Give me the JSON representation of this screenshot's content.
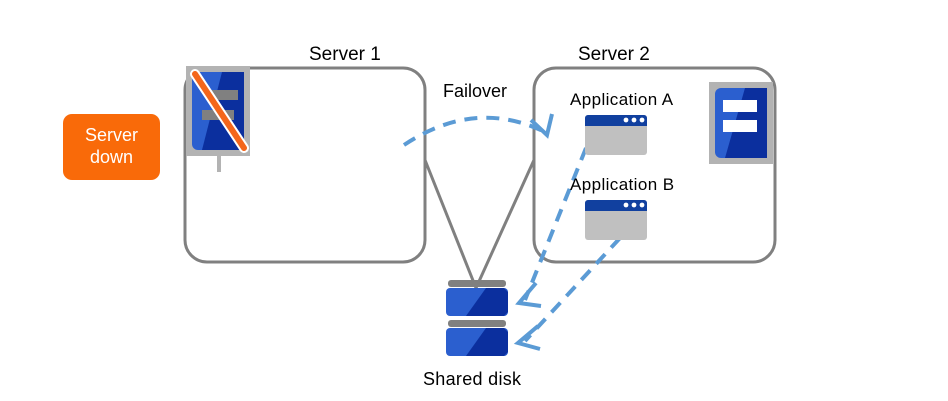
{
  "diagram": {
    "title_left": "Server 1",
    "title_right": "Server 2",
    "failover_label": "Failover",
    "shared_disk_label": "Shared disk",
    "applications": [
      {
        "label": "Application  A",
        "icon": "app-window-icon"
      },
      {
        "label": "Application  B",
        "icon": "app-window-icon"
      }
    ],
    "status_badge": {
      "line1": "Server",
      "line2": "down",
      "color": "#f96a09",
      "text_color": "#ffffff"
    },
    "icons": {
      "server_down": "server-down-icon",
      "server_active": "server-active-icon",
      "shared_disk": "shared-disk-icon",
      "failover_arrow": "failover-arrow-icon",
      "app_a_to_disk_arrow": "data-access-arrow-icon",
      "app_b_to_disk_arrow": "data-access-arrow-icon",
      "server1_link": "disk-link-line-icon",
      "server2_link": "disk-link-line-icon"
    },
    "colors": {
      "box_border": "#808080",
      "connector": "#808080",
      "arrow_blue": "#5b9bd5",
      "server_blue_light": "#2b5fcf",
      "server_blue_dark": "#0b2f9e",
      "slot_gray": "#808080",
      "slot_white": "#ffffff",
      "slash_orange": "#f4661b",
      "app_titlebar": "#11409f",
      "app_body": "#c0c0c0",
      "disk_cap": "#808080",
      "frame_gray": "#b3b3b3",
      "background": "#ffffff"
    }
  }
}
